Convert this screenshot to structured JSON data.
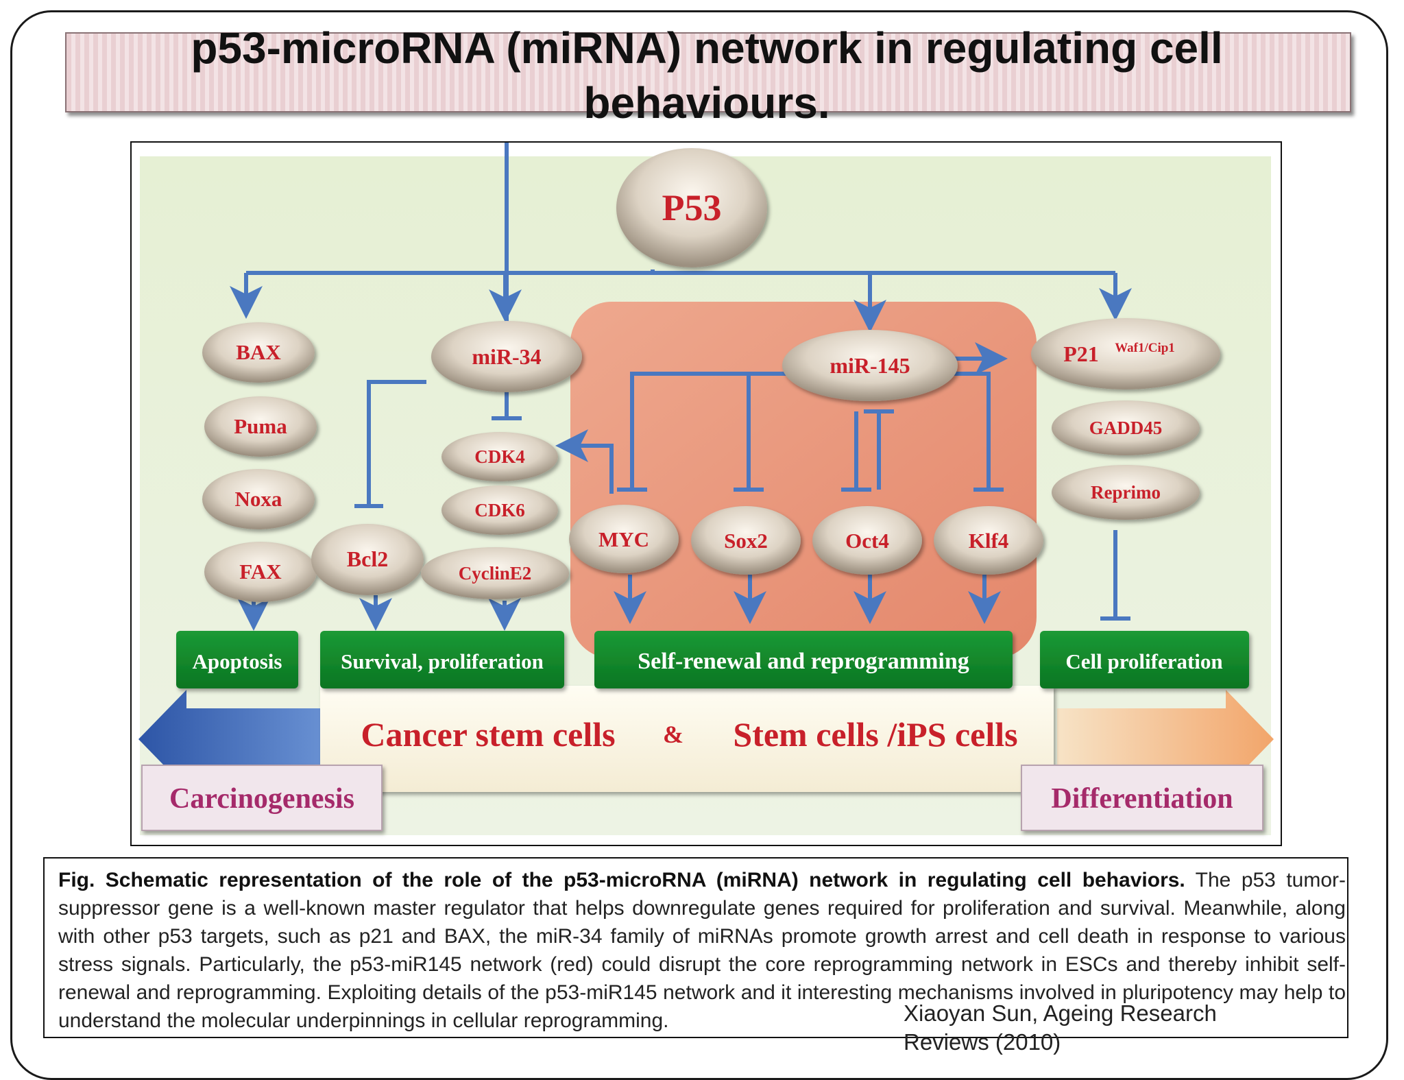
{
  "title": "p53-microRNA (miRNA) network in regulating cell\nbehaviours.",
  "diagram": {
    "top_node": "P53",
    "nodes": {
      "bax": "BAX",
      "puma": "Puma",
      "noxa": "Noxa",
      "fax": "FAX",
      "mir34": "miR-34",
      "cdk4": "CDK4",
      "cdk6": "CDK6",
      "cyclin_e2": "CyclinE2",
      "bcl2": "Bcl2",
      "mir145": "miR-145",
      "myc": "MYC",
      "sox2": "Sox2",
      "oct4": "Oct4",
      "klf4": "Klf4",
      "p21": "P21",
      "p21_superscript": "Waf1/Cip1",
      "gadd45": "GADD45",
      "reprimo": "Reprimo"
    },
    "outcomes": {
      "apoptosis": "Apoptosis",
      "survival": "Survival, proliferation",
      "self_renewal": "Self-renewal and reprogramming",
      "cell_proliferation": "Cell proliferation"
    },
    "band": {
      "left": "Cancer stem cells",
      "amp": "&",
      "right": "Stem cells /iPS cells"
    },
    "ends": {
      "left": "Carcinogenesis",
      "right": "Differentiation"
    },
    "colors": {
      "arrow": "#4a78c0",
      "gene_text": "#c8202a",
      "outcome_box": "#0e8a2a",
      "salmon_region": "#e8967a",
      "background": "#e8f1d9",
      "left_arrow": "#2f5fb0",
      "right_arrow": "#f3b07a"
    }
  },
  "caption": {
    "bold": "Fig. Schematic representation of the role of the p53-microRNA (miRNA) network in regulating cell behaviors.",
    "text": " The p53 tumor-suppressor gene is a well-known master regulator that helps downregulate genes required for proliferation and survival. Meanwhile, along with other p53 targets, such as p21 and BAX, the miR-34 family of miRNAs promote growth arrest and cell death in response to various stress signals. Particularly, the p53-miR145 network (red) could disrupt the core reprogramming network in ESCs and thereby inhibit self-renewal and reprogramming. Exploiting details of the p53-miR145 network and it interesting mechanisms involved in pluripotency may help to understand the molecular underpinnings in cellular reprogramming."
  },
  "credit": "Xiaoyan Sun, Ageing Research\nReviews (2010)"
}
